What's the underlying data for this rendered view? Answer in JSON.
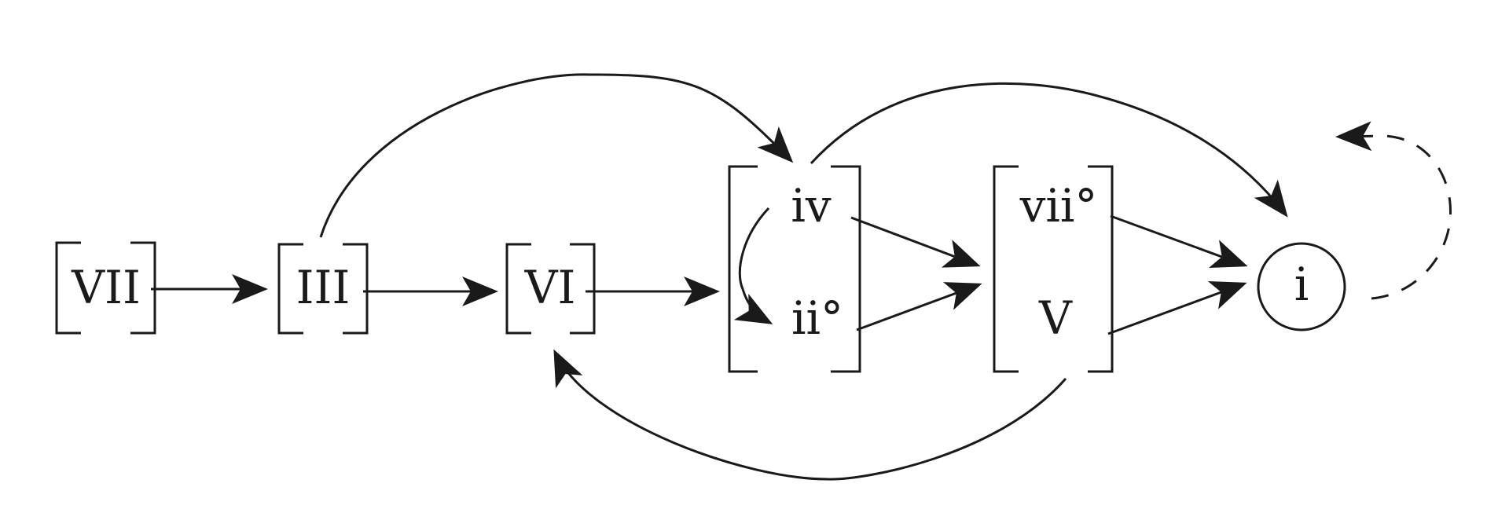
{
  "diagram": {
    "nodes": {
      "VII": "VII",
      "III": "III",
      "VI": "VI",
      "iv": "iv",
      "ii_dim": "ii°",
      "vii_dim": "vii°",
      "V": "V",
      "i": "i"
    },
    "colors": {
      "ink": "#1a1a1a",
      "background": "#ffffff"
    }
  }
}
